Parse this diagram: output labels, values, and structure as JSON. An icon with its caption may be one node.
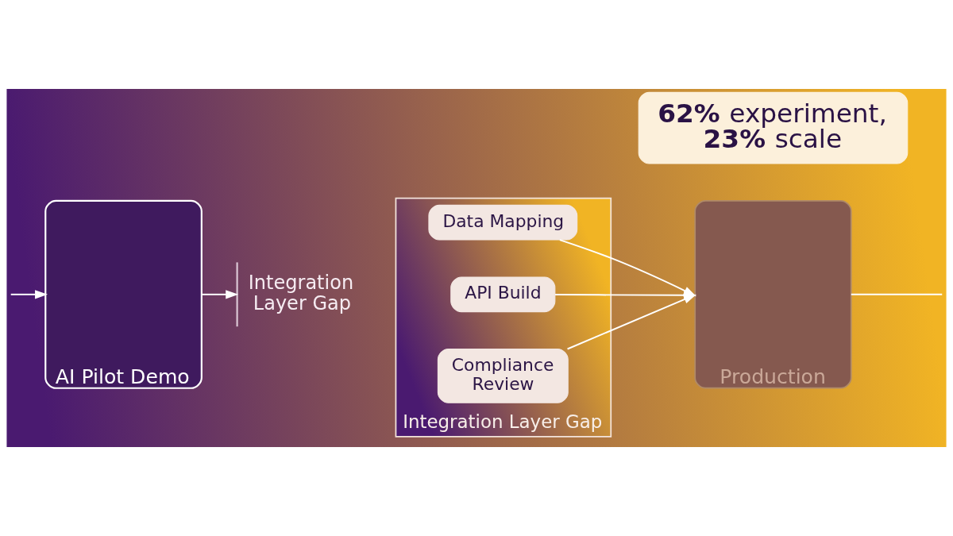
{
  "diagram": {
    "nodes": [
      {
        "text": [
          "AI Pilot Demo"
        ]
      },
      {
        "text": [
          "Integration Layer Gap"
        ]
      },
      {
        "text": [
          "Integration Layer Gap"
        ]
      },
      {
        "text": [
          "Data Mapping"
        ],
        "in": 2
      },
      {
        "text": [
          "API Build"
        ],
        "in": 2
      },
      {
        "text": [
          "Compliance Review"
        ],
        "in": 2
      },
      {
        "text": [
          "Production"
        ]
      },
      {
        "text": [
          "**62%** experiment, **23%** scale"
        ]
      }
    ],
    "edges": [
      {
        "from": null,
        "to": 0,
        "arrow": "to"
      },
      {
        "from": 0,
        "to": 1,
        "arrow": "to"
      },
      {
        "from": 3,
        "to": 6,
        "arrow": "to"
      },
      {
        "from": 4,
        "to": 6,
        "arrow": "to"
      },
      {
        "from": 5,
        "to": 6,
        "arrow": "to"
      },
      {
        "from": 6,
        "to": null,
        "arrow": "none"
      }
    ]
  }
}
